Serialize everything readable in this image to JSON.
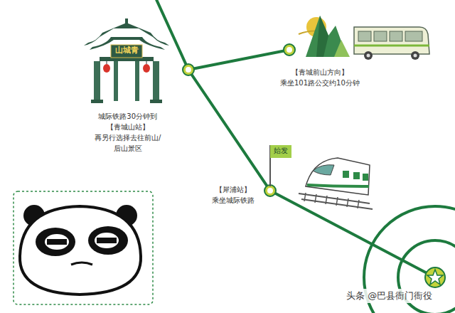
{
  "diagram": {
    "labels": [
      "青城山",
      "城际铁路30分钟到【青城山站】 再另行选择去往前山/后山景区",
      "【青城前山方向】 乘坐101路公交约10分钟",
      "【犀浦站】 乘坐城际铁路",
      "始发",
      "头条 @巴县衙门衙役"
    ]
  }
}
